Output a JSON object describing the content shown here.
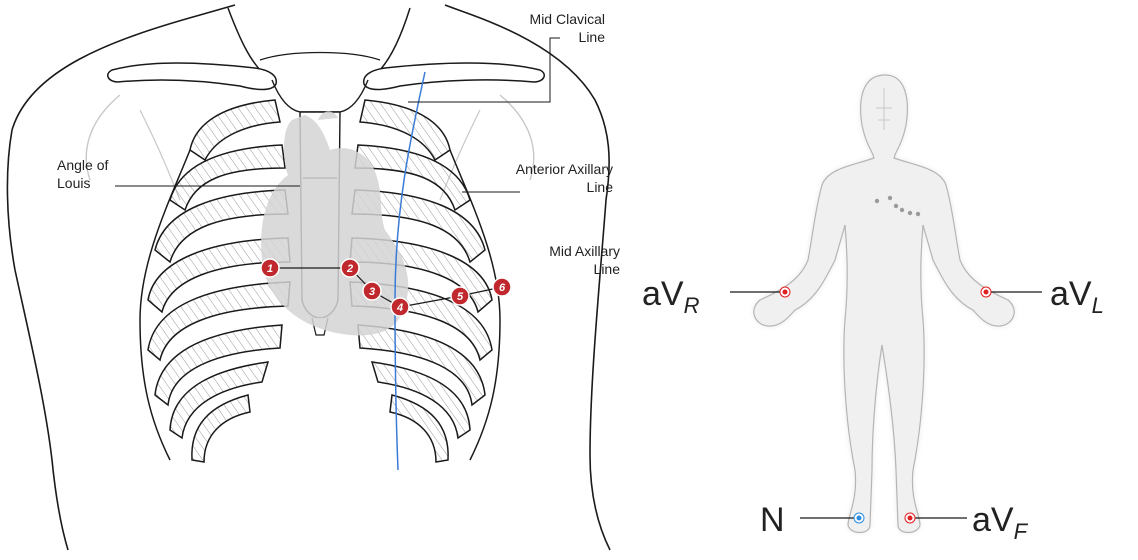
{
  "labels": {
    "mid_clavical": [
      "Mid Clavical",
      "Line"
    ],
    "angle_of_louis": [
      "Angle of",
      "Louis"
    ],
    "anterior_axillary": [
      "Anterior Axillary",
      "Line"
    ],
    "mid_axillary": [
      "Mid Axillary",
      "Line"
    ]
  },
  "electrodes": [
    "1",
    "2",
    "3",
    "4",
    "5",
    "6"
  ],
  "limb_leads": {
    "avr": {
      "main": "aV",
      "sub": "R"
    },
    "avl": {
      "main": "aV",
      "sub": "L"
    },
    "avf": {
      "main": "aV",
      "sub": "F"
    },
    "n": {
      "main": "N"
    }
  },
  "colors": {
    "outline": "#1a1a1a",
    "heart": "#d4d4d4",
    "rib_hatch": "#9a9a9a",
    "clavical_line": "#3a7bd5",
    "electrode": "#c0282d",
    "body_fill": "#eeeeee",
    "limb_red_dot": "#e02020",
    "neutral_blue_dot": "#2a8de0"
  }
}
